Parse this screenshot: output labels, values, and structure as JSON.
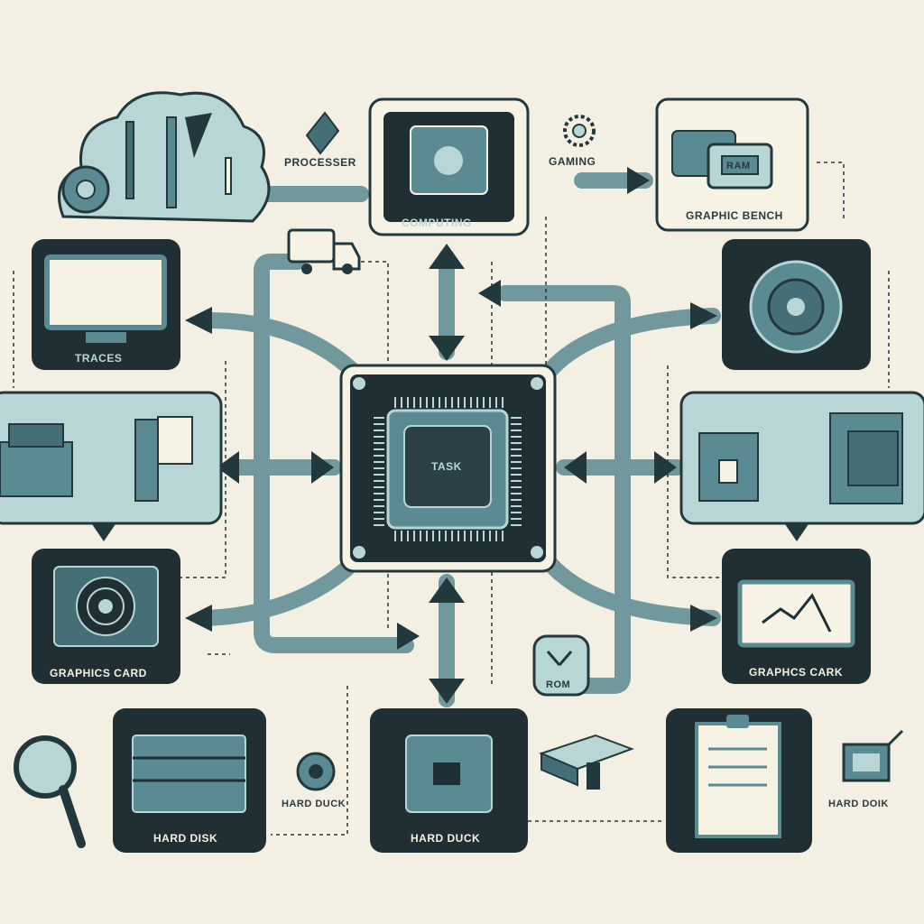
{
  "diagram": {
    "center": {
      "label": "TASK"
    },
    "top_center": {
      "label": "COMPUTING"
    },
    "floating_labels": {
      "processor": "PROCESSER",
      "gaming": "GAMING",
      "graphic_bench": "GRAPHIC BENCH",
      "ram": "RAM",
      "traces": "TRACES",
      "graphics_card_left": "GRAPHICS CARD",
      "graphics_card_right": "GRAPHCS CARK",
      "hard_disk_bottom_left": "HARD DISK",
      "hard_duck_middle": "HARD DUCK",
      "hard_duck_small": "HARD DUCK",
      "hard_disk_right": "HARD DOIK",
      "rom": "ROM"
    },
    "icons": [
      "cloud-tools-icon",
      "processor-chip-icon",
      "delivery-truck-icon",
      "monitor-icon",
      "speaker-fan-icon",
      "printer-icon",
      "documents-icon",
      "graphics-card-icon",
      "line-chart-monitor-icon",
      "magnifier-icon",
      "hard-disk-icon",
      "small-chip-icon",
      "server-rack-icon",
      "clipboard-icon",
      "gear-icon",
      "webcam-icon",
      "drone-icon"
    ],
    "colors": {
      "background": "#f3efe2",
      "dark_panel": "#1f2f33",
      "teal": "#5a8a92",
      "teal_light": "#b8d6d6",
      "arrow": "#456f77",
      "dark_arrow": "#23383d",
      "cream": "#f6f2e4"
    }
  }
}
